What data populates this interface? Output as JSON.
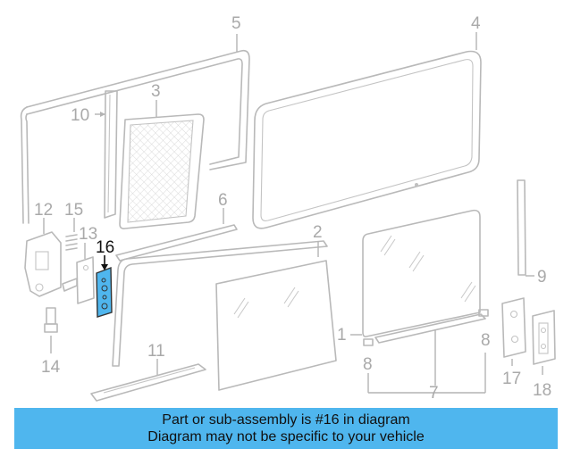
{
  "colors": {
    "banner": "#4fb6ee",
    "highlight_part": "#4fb6ee",
    "part_line": "#b9b9b9",
    "callout_text": "#a9a9a9",
    "highlight_text": "#111111"
  },
  "diagram": {
    "highlighted_part": "16",
    "callouts": {
      "c1": "1",
      "c2": "2",
      "c3": "3",
      "c4": "4",
      "c5": "5",
      "c6": "6",
      "c7": "7",
      "c8a": "8",
      "c8b": "8",
      "c9": "9",
      "c10": "10",
      "c11": "11",
      "c12": "12",
      "c13": "13",
      "c14": "14",
      "c15": "15",
      "c16": "16",
      "c17": "17",
      "c18": "18"
    }
  },
  "banner": {
    "line1": "Part or sub-assembly is #16 in diagram",
    "line2": "Diagram may not be specific to your vehicle"
  }
}
